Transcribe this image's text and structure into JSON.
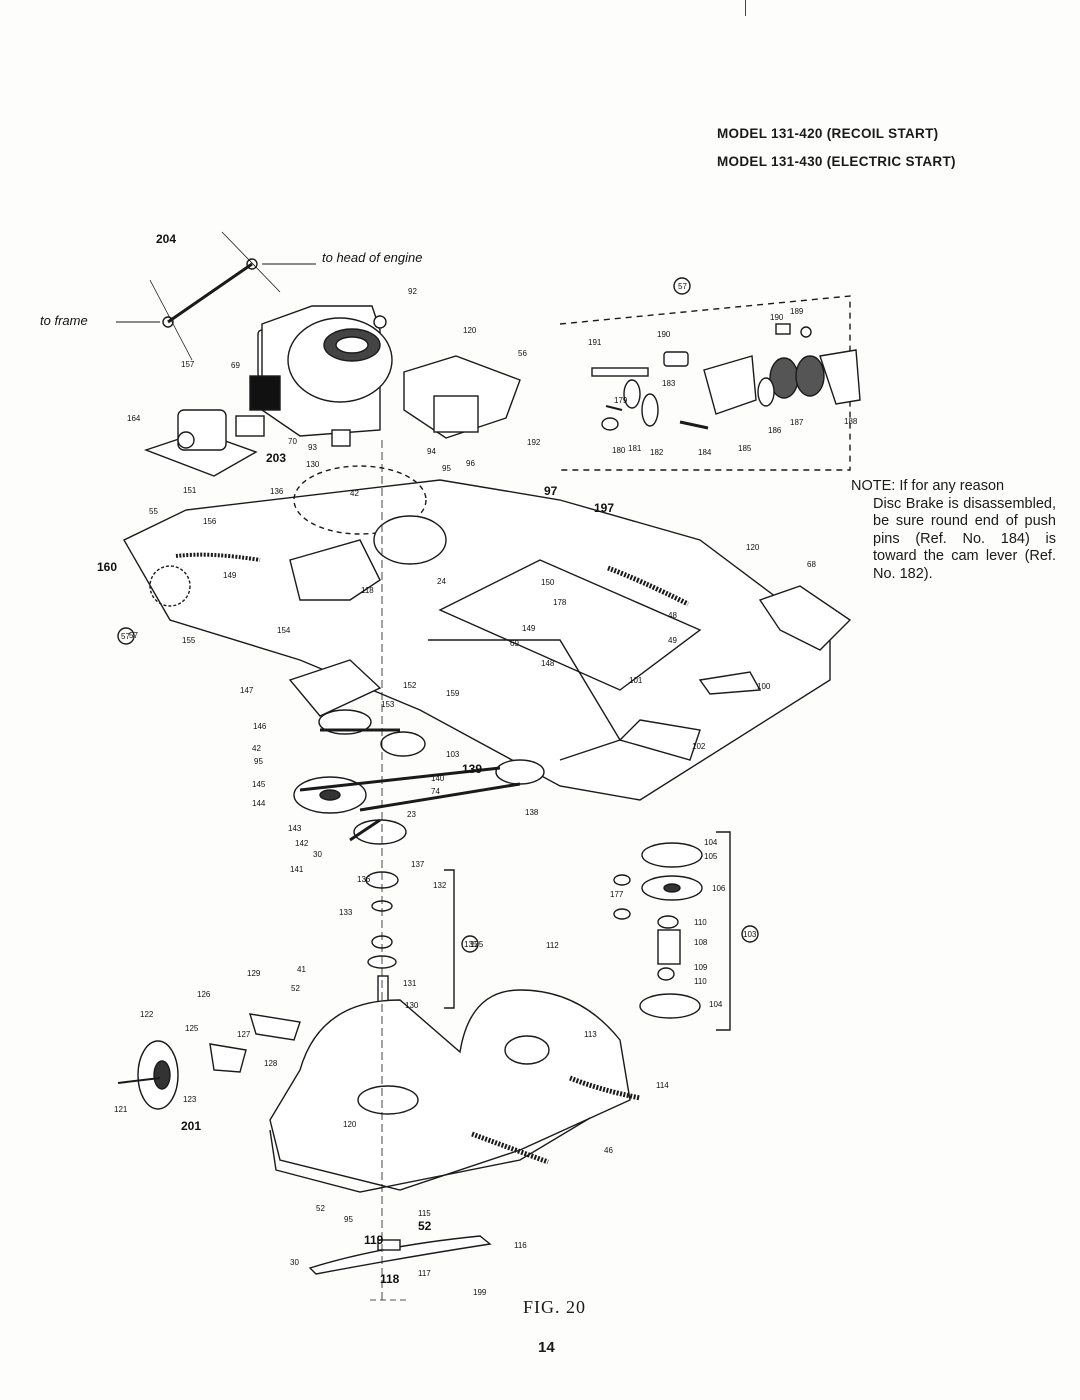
{
  "header": {
    "model_1": "MODEL 131-420 (RECOIL START)",
    "model_2": "MODEL 131-430 (ELECTRIC START)"
  },
  "note": {
    "text_first": "NOTE: If for any reason",
    "text_rest": "Disc Brake is disassembled, be sure round end of push pins (Ref. No. 184) is toward the cam lever (Ref. No. 182)."
  },
  "figure": {
    "caption": "FIG. 20",
    "page_number": "14"
  },
  "annotations": {
    "to_head_of_engine": "to head of engine",
    "to_frame": "to frame"
  },
  "part_labels": [
    "204",
    "92",
    "120",
    "56",
    "157",
    "69",
    "164",
    "70",
    "93",
    "203",
    "130",
    "94",
    "192",
    "95",
    "96",
    "97",
    "197",
    "42",
    "55",
    "151",
    "136",
    "156",
    "160",
    "149",
    "24",
    "150",
    "120",
    "68",
    "178",
    "57",
    "118",
    "48",
    "49",
    "155",
    "154",
    "149",
    "69",
    "148",
    "101",
    "147",
    "152",
    "159",
    "100",
    "153",
    "102",
    "146",
    "42",
    "95",
    "103",
    "139",
    "145",
    "140",
    "74",
    "144",
    "23",
    "138",
    "143",
    "142",
    "30",
    "141",
    "137",
    "136",
    "132",
    "133",
    "135",
    "112",
    "129",
    "41",
    "126",
    "52",
    "131",
    "130",
    "122",
    "125",
    "127",
    "113",
    "114",
    "128",
    "121",
    "123",
    "201",
    "120",
    "46",
    "52",
    "95",
    "115",
    "52",
    "116",
    "119",
    "30",
    "117",
    "118",
    "199",
    "104",
    "105",
    "177",
    "106",
    "110",
    "108",
    "109",
    "110",
    "104",
    "103",
    "190",
    "189",
    "191",
    "190",
    "183",
    "179",
    "180",
    "181",
    "182",
    "184",
    "185",
    "186",
    "187",
    "188"
  ]
}
